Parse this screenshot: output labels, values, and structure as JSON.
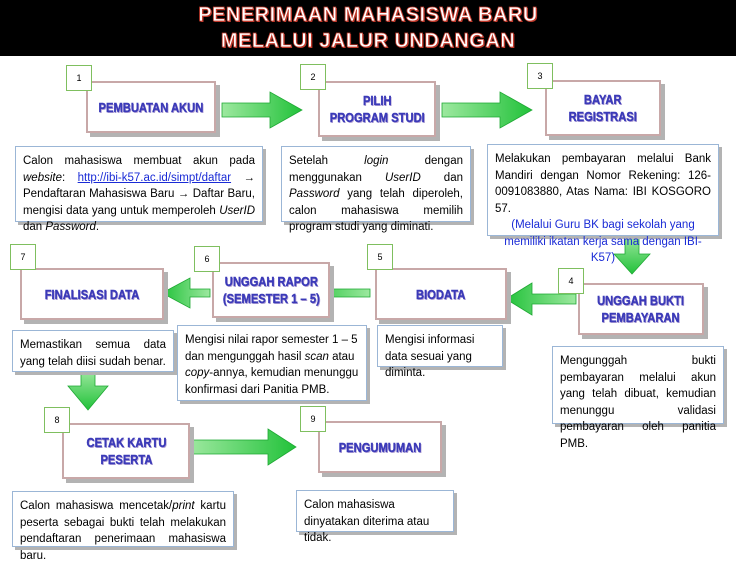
{
  "title": {
    "line1": "PENERIMAAN MAHASISWA BARU",
    "line2": "MELALUI JALUR UNDANGAN"
  },
  "colors": {
    "header_bg": "#000000",
    "title_fill": "#ffffff",
    "title_outline": "#c0392b",
    "step_text": "#3b3ab8",
    "arrow": "#2ecc3c",
    "number_border": "#7fbf5f",
    "desc_border": "#9bb6d6",
    "link": "#1a2bd6"
  },
  "steps": [
    {
      "number": "1",
      "label": "PEMBUATAN AKUN",
      "desc": {
        "part1": "Calon mahasiswa membuat akun pada ",
        "italic1": "website",
        "part2": ": ",
        "link": "http://ibi-k57.ac.id/simpt/daftar",
        "part3": " → Pendaftaran Mahasiswa Baru → Daftar Baru, mengisi data yang untuk memperoleh ",
        "italic2": "UserID",
        "part4": " dan ",
        "italic3": "Password",
        "part5": "."
      }
    },
    {
      "number": "2",
      "label": "PILIH\nPROGRAM STUDI",
      "desc": {
        "part1": "Setelah ",
        "italic1": "login",
        "part2": " dengan menggunakan ",
        "italic2": "UserID",
        "part3": " dan ",
        "italic3": "Password",
        "part4": " yang telah diperoleh, calon mahasiswa memilih program studi yang diminati."
      }
    },
    {
      "number": "3",
      "label": "BAYAR\nREGISTRASI",
      "desc": {
        "main": "Melakukan pembayaran melalui Bank Mandiri dengan Nomor Rekening: 126-0091083880, Atas Nama: IBI KOSGORO 57.",
        "note": "(Melalui Guru BK bagi sekolah yang memiliki ikatan kerja sama dengan IBI-K57)"
      }
    },
    {
      "number": "4",
      "label": "UNGGAH BUKTI\nPEMBAYARAN",
      "desc": {
        "text": "Mengunggah bukti pembayaran melalui akun yang telah dibuat, kemudian menunggu validasi pembayaran oleh panitia PMB."
      }
    },
    {
      "number": "5",
      "label": "BIODATA",
      "desc": {
        "text": "Mengisi informasi data sesuai yang diminta."
      }
    },
    {
      "number": "6",
      "label": "UNGGAH RAPOR\n(SEMESTER 1 – 5)",
      "desc": {
        "part1": "Mengisi nilai rapor semester 1 – 5 dan mengunggah hasil ",
        "italic1": "scan",
        "part2": " atau ",
        "italic2": "copy",
        "part3": "-annya, kemudian menunggu konfirmasi dari Panitia PMB."
      }
    },
    {
      "number": "7",
      "label": "FINALISASI DATA",
      "desc": {
        "text": "Memastikan semua data yang telah diisi sudah benar."
      }
    },
    {
      "number": "8",
      "label": "CETAK KARTU\nPESERTA",
      "desc": {
        "part1": "Calon mahasiswa mencetak/",
        "italic1": "print",
        "part2": " kartu peserta sebagai bukti telah melakukan pendaftaran penerimaan mahasiswa baru."
      }
    },
    {
      "number": "9",
      "label": "PENGUMUMAN",
      "desc": {
        "text": "Calon mahasiswa dinyatakan diterima atau tidak."
      }
    }
  ]
}
